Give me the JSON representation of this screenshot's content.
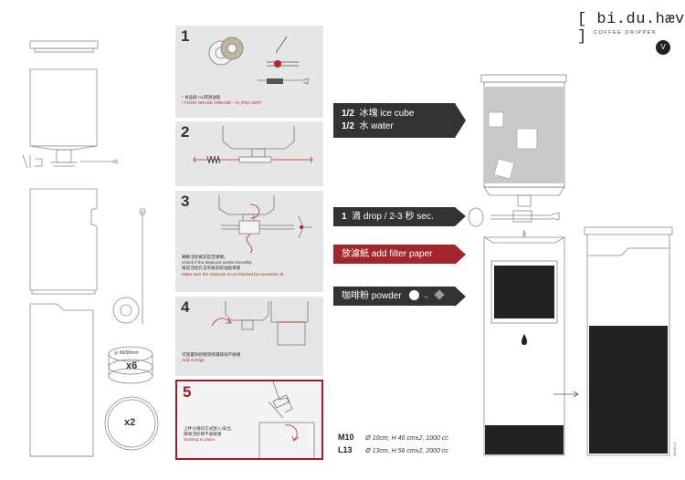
{
  "brand": {
    "name": "[ bi.du.hæv ]",
    "subtitle": "COFFEE DRIPPER",
    "logo_letter": "V"
  },
  "steps": [
    {
      "number": "1",
      "notes": [
        "* 食品級 H1潤滑油脂"
      ],
      "notes_red": [
        "* FOOD GRADE GREASE - H₁ (FDA,NSF)"
      ]
    },
    {
      "number": "2",
      "notes": [],
      "notes_red": []
    },
    {
      "number": "3",
      "notes": [
        "轉動活栓確認是否順暢。",
        "Check if the stopcock works smoothly.",
        "確認活栓孔沒有被多餘油脂堵塞"
      ],
      "notes_red": [
        "Make sure the stopcock is not blocked by excessive oil."
      ]
    },
    {
      "number": "4",
      "notes": [
        "可放置矽膠圈環保護玻璃不碰撞"
      ],
      "notes_red": [
        "Add O-rings."
      ]
    },
    {
      "number": "5",
      "notes": [
        "上杯以傾斜方式放入/拿出,",
        "確保活栓柄不會碰撞"
      ],
      "notes_red": [
        "Slanting to place."
      ]
    }
  ],
  "banners": [
    {
      "num": "1/2",
      "text": "冰塊 ice cube",
      "style": "dark"
    },
    {
      "num": "1/2",
      "text": "水 water",
      "style": "dark"
    },
    {
      "num": "1",
      "text": "滴 drop / 2-3 秒 sec.",
      "style": "dark"
    },
    {
      "num": "",
      "text": "放濾紙 add filter paper",
      "style": "red"
    },
    {
      "num": "",
      "text": "咖啡粉 powder",
      "style": "dark"
    }
  ],
  "filter": {
    "size": "68/90mm",
    "qty": "x6"
  },
  "oring": {
    "qty": "x2"
  },
  "specs": [
    {
      "model": "M10",
      "desc": "Ø 10cm, H 46 cm±2, 1000 cc"
    },
    {
      "model": "L13",
      "desc": "Ø 13cm, H 56 cm±2, 2000 cc"
    }
  ]
}
